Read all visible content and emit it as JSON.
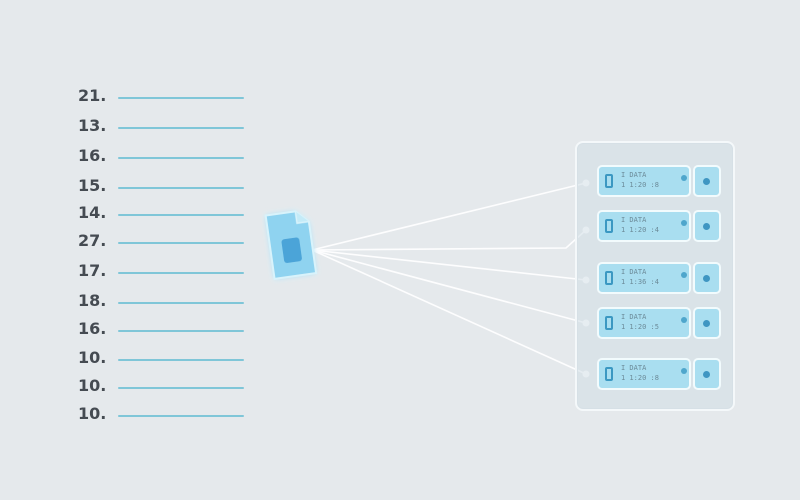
{
  "list": {
    "numbers": [
      "21.",
      "13.",
      "16.",
      "15.",
      "14.",
      "27.",
      "17.",
      "18.",
      "16.",
      "10.",
      "10.",
      "10."
    ]
  },
  "servers": [
    {
      "label_line1": "I DATA",
      "label_line2": "1 1:20 :8"
    },
    {
      "label_line1": "I DATA",
      "label_line2": "1 1:20 :4"
    },
    {
      "label_line1": "I DATA",
      "label_line2": "1 1:36 :4"
    },
    {
      "label_line1": "I DATA",
      "label_line2": "1 1:20 :5"
    },
    {
      "label_line1": "I DATA",
      "label_line2": "1 1:20 :8"
    }
  ],
  "icons": {
    "document": "document-icon",
    "server_row": "phone-icon"
  },
  "colors": {
    "background": "#e5e9ec",
    "list_line": "#7fc6d8",
    "number_text": "#454b52",
    "server_fill": "#a9def0",
    "document_fill": "#8fd3f0",
    "connector": "#ffffff"
  }
}
